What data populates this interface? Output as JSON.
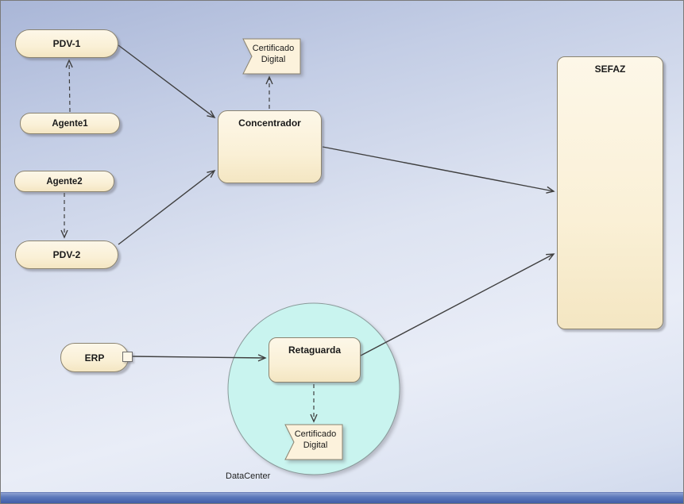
{
  "diagram": {
    "kind": "deployment-diagram",
    "nodes": {
      "pdv1": {
        "label": "PDV-1"
      },
      "agente1": {
        "label": "Agente1"
      },
      "agente2": {
        "label": "Agente2"
      },
      "pdv2": {
        "label": "PDV-2"
      },
      "concentrador": {
        "label": "Concentrador"
      },
      "sefaz": {
        "label": "SEFAZ"
      },
      "erp": {
        "label": "ERP"
      },
      "retaguarda": {
        "label": "Retaguarda"
      },
      "certificado_top": {
        "line1": "Certificado",
        "line2": "Digital"
      },
      "certificado_bottom": {
        "line1": "Certificado",
        "line2": "Digital"
      },
      "datacenter": {
        "label": "DataCenter"
      }
    },
    "edges": [
      {
        "from": "PDV-1",
        "to": "Concentrador",
        "style": "solid-arrow"
      },
      {
        "from": "PDV-2",
        "to": "Concentrador",
        "style": "solid-arrow"
      },
      {
        "from": "Concentrador",
        "to": "SEFAZ",
        "style": "solid-arrow"
      },
      {
        "from": "Retaguarda",
        "to": "SEFAZ",
        "style": "solid-arrow"
      },
      {
        "from": "ERP",
        "to": "Retaguarda",
        "style": "solid-arrow"
      },
      {
        "from": "Agente1",
        "to": "PDV-1",
        "style": "dashed-arrow"
      },
      {
        "from": "Agente2",
        "to": "PDV-2",
        "style": "dashed-arrow"
      },
      {
        "from": "Concentrador",
        "to": "Certificado Digital",
        "style": "dashed-arrow"
      },
      {
        "from": "Retaguarda",
        "to": "Certificado Digital (DataCenter)",
        "style": "dashed-arrow"
      }
    ],
    "colors": {
      "node_fill": "#FCF2DC",
      "node_border": "#8A8370",
      "datacenter_fill": "#C9F4EF",
      "connector": "#3F3F3F",
      "background_top": "#A9B6D7",
      "background_bottom": "#E9EDF7",
      "bottom_bar": "#3F5DA8"
    }
  }
}
